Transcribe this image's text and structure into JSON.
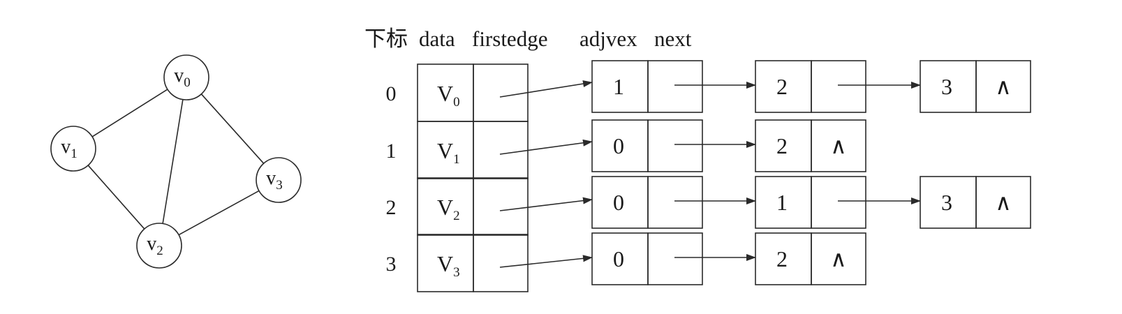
{
  "graph": {
    "vertices": [
      {
        "id": 0,
        "label": "v",
        "sub": "0"
      },
      {
        "id": 1,
        "label": "v",
        "sub": "1"
      },
      {
        "id": 2,
        "label": "v",
        "sub": "2"
      },
      {
        "id": 3,
        "label": "v",
        "sub": "3"
      }
    ],
    "edges": [
      [
        0,
        1
      ],
      [
        0,
        2
      ],
      [
        0,
        3
      ],
      [
        1,
        2
      ],
      [
        2,
        3
      ]
    ]
  },
  "table": {
    "headers": {
      "index": "下标",
      "data": "data",
      "firstedge": "firstedge",
      "adjvex": "adjvex",
      "next": "next"
    },
    "rows": [
      {
        "index": "0",
        "data": "V",
        "data_sub": "0",
        "adj": [
          {
            "adjvex": "1",
            "next": ""
          },
          {
            "adjvex": "2",
            "next": ""
          },
          {
            "adjvex": "3",
            "next": "∧"
          }
        ]
      },
      {
        "index": "1",
        "data": "V",
        "data_sub": "1",
        "adj": [
          {
            "adjvex": "0",
            "next": ""
          },
          {
            "adjvex": "2",
            "next": "∧"
          }
        ]
      },
      {
        "index": "2",
        "data": "V",
        "data_sub": "2",
        "adj": [
          {
            "adjvex": "0",
            "next": ""
          },
          {
            "adjvex": "1",
            "next": ""
          },
          {
            "adjvex": "3",
            "next": "∧"
          }
        ]
      },
      {
        "index": "3",
        "data": "V",
        "data_sub": "3",
        "adj": [
          {
            "adjvex": "0",
            "next": ""
          },
          {
            "adjvex": "2",
            "next": "∧"
          }
        ]
      }
    ]
  }
}
